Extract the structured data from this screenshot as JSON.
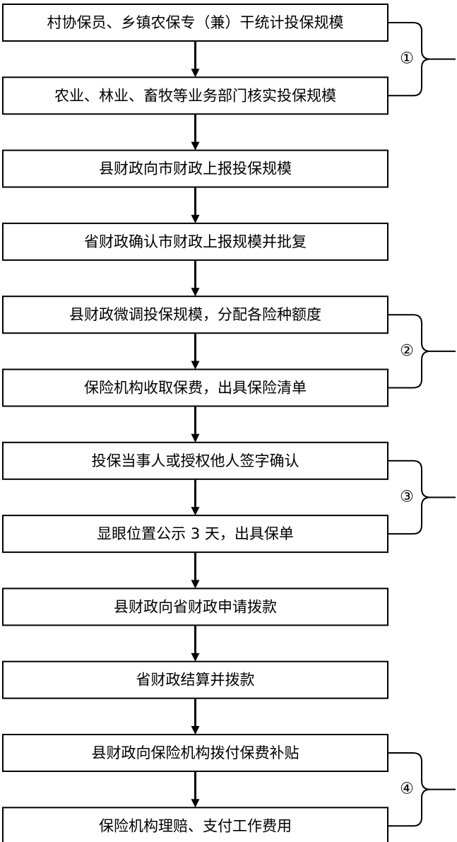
{
  "steps": [
    {
      "id": "s1",
      "label": "村协保员、乡镇农保专（兼）干统计投保规模"
    },
    {
      "id": "s2",
      "label": "农业、林业、畜牧等业务部门核实投保规模"
    },
    {
      "id": "s3",
      "label": "县财政向市财政上报投保规模"
    },
    {
      "id": "s4",
      "label": "省财政确认市财政上报规模并批复"
    },
    {
      "id": "s5",
      "label": "县财政微调投保规模，分配各险种额度"
    },
    {
      "id": "s6",
      "label": "保险机构收取保费，出具保险清单"
    },
    {
      "id": "s7",
      "label": "投保当事人或授权他人签字确认"
    },
    {
      "id": "s8",
      "label": "显眼位置公示 3 天，出具保单"
    },
    {
      "id": "s9",
      "label": "县财政向省财政申请拨款"
    },
    {
      "id": "s10",
      "label": "省财政结算并拨款"
    },
    {
      "id": "s11",
      "label": "县财政向保险机构拨付保费补贴"
    },
    {
      "id": "s12",
      "label": "保险机构理赔、支付工作费用"
    }
  ],
  "groups": [
    {
      "marker": "①",
      "from": 0,
      "to": 1
    },
    {
      "marker": "②",
      "from": 4,
      "to": 5
    },
    {
      "marker": "③",
      "from": 6,
      "to": 7
    },
    {
      "marker": "④",
      "from": 10,
      "to": 11
    }
  ]
}
